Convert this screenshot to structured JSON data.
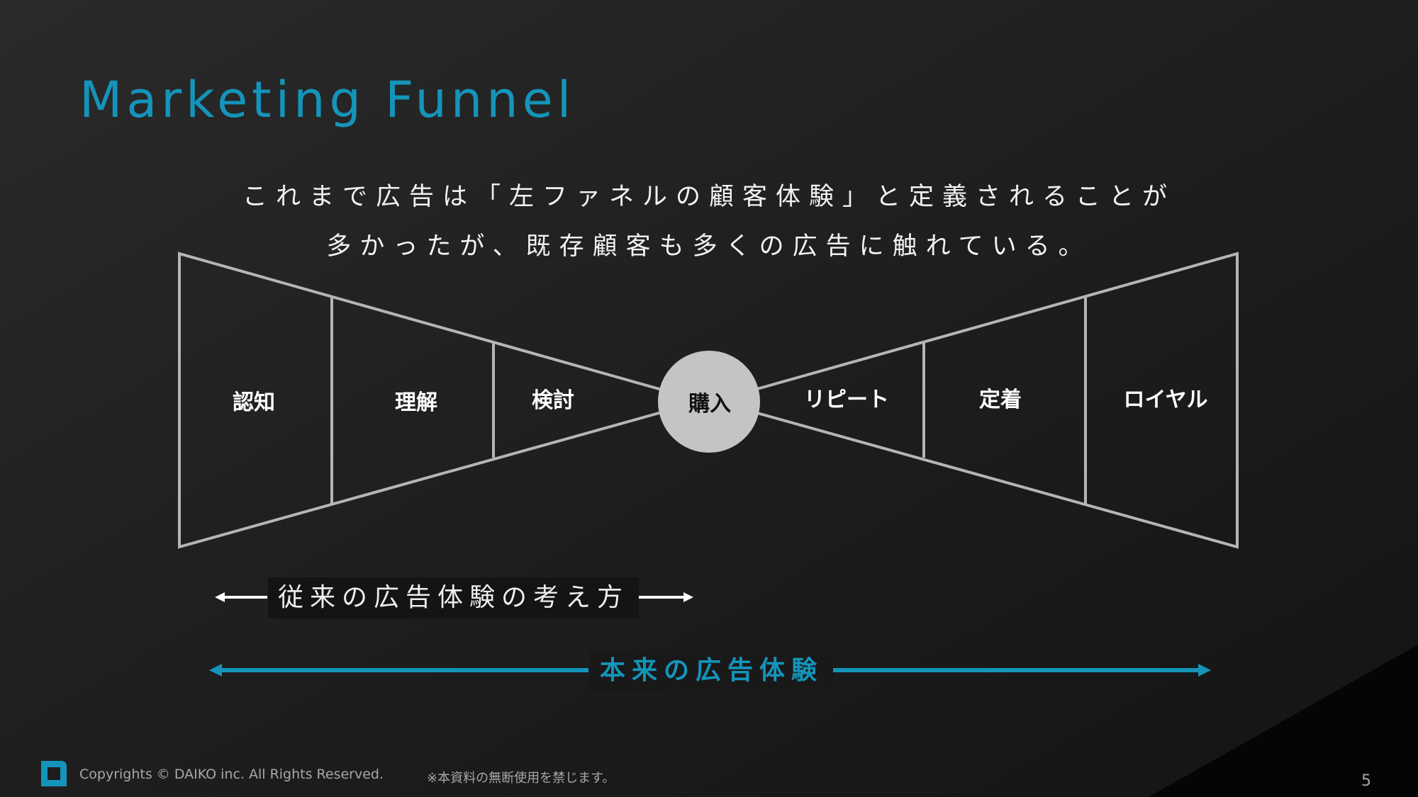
{
  "title": "Marketing Funnel",
  "subtitle": {
    "line1": "これまで広告は「左ファネルの顧客体験」と定義されることが",
    "line2": "多かったが、既存顧客も多くの広告に触れている。"
  },
  "funnel": {
    "left_stages": [
      "認知",
      "理解",
      "検討"
    ],
    "center": "購入",
    "right_stages": [
      "リピート",
      "定着",
      "ロイヤル"
    ]
  },
  "traditional_label": "従来の広告体験の考え方",
  "true_label": "本来の広告体験",
  "colors": {
    "accent": "#1594ba",
    "outline": "#b5b5b5",
    "center_fill": "#c4c4c4"
  },
  "footer": {
    "logo_icon": "daiko-logo-icon",
    "copyright": "Copyrights © DAIKO inc. All Rights Reserved.",
    "notice": "※本資料の無断使用を禁じます。",
    "page_number": "5"
  }
}
